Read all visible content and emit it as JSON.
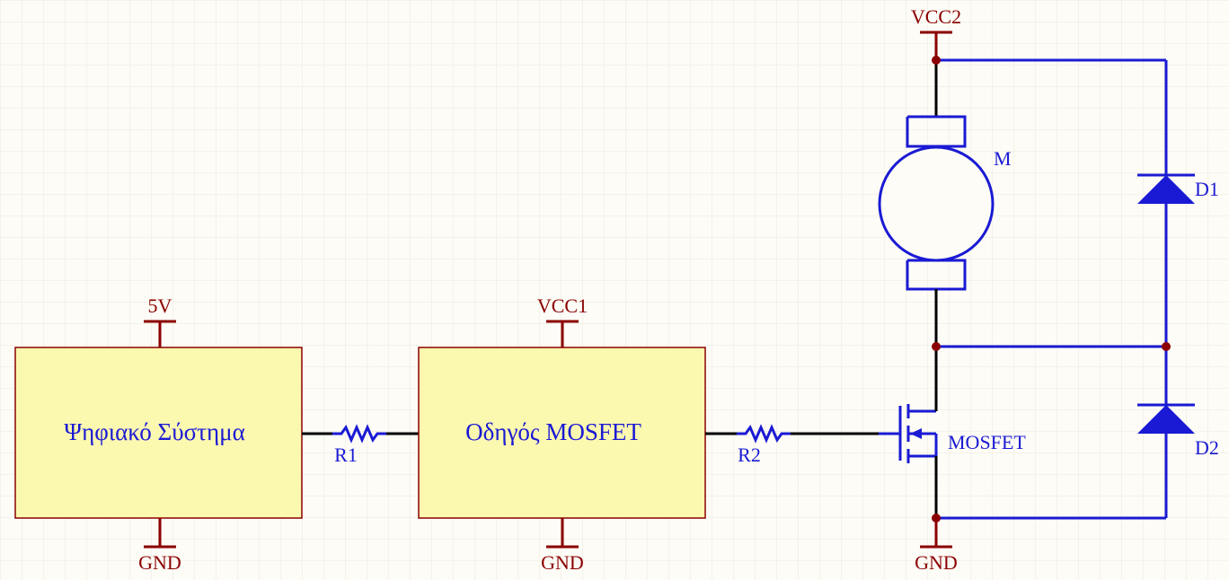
{
  "blocks": {
    "digital_system": "Ψηφιακό Σύστημα",
    "mosfet_driver": "Οδηγός MOSFET"
  },
  "power": {
    "v5": "5V",
    "vcc1": "VCC1",
    "vcc2": "VCC2",
    "gnd": "GND"
  },
  "components": {
    "r1": "R1",
    "r2": "R2",
    "motor": "M",
    "mosfet": "MOSFET",
    "d1": "D1",
    "d2": "D2"
  },
  "colors": {
    "background": "#fdfcf6",
    "grid": "#ece9dc",
    "power": "#8b0000",
    "component": "#1a1ad4",
    "wire": "#000000",
    "block_fill": "#fbf8b0"
  }
}
